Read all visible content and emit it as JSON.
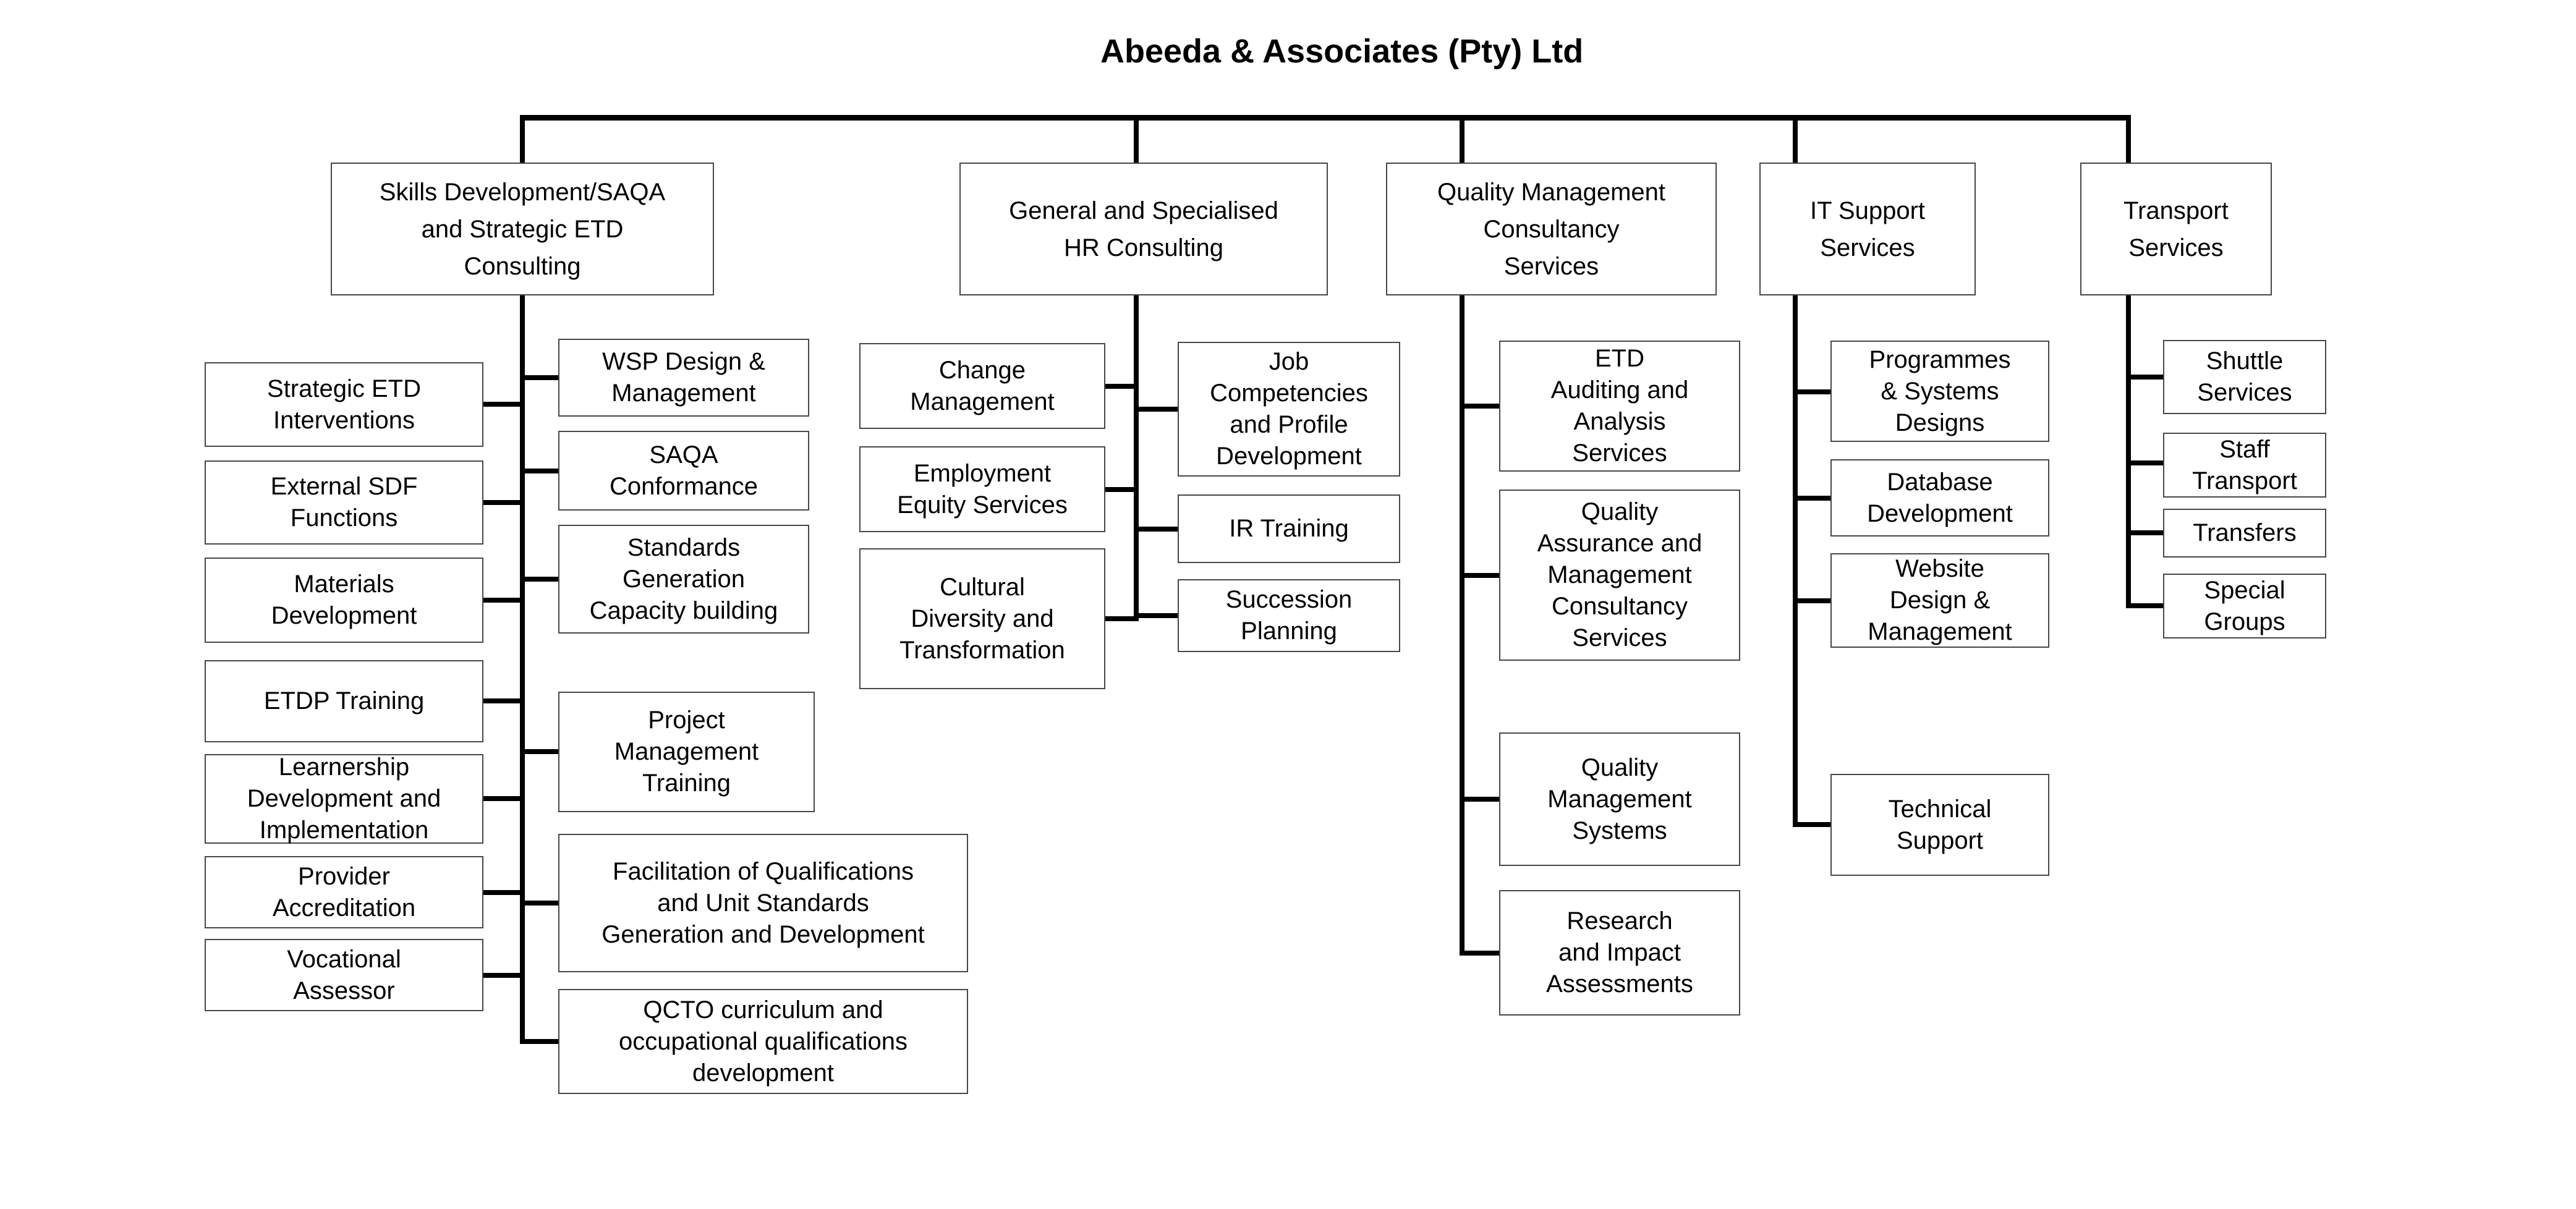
{
  "title": {
    "text": "Abeeda & Associates (Pty) Ltd"
  },
  "style": {
    "line_color": "#000000",
    "box_border_color": "#474747",
    "background": "#ffffff",
    "text_color": "#000000"
  },
  "branches": [
    {
      "id": "skills-etd-consulting",
      "label": "Skills Development/SAQA\nand Strategic ETD\nConsulting",
      "left_children": [
        {
          "label": "Strategic ETD\nInterventions"
        },
        {
          "label": "External SDF\nFunctions"
        },
        {
          "label": "Materials\nDevelopment"
        },
        {
          "label": "ETDP Training"
        },
        {
          "label": "Learnership\nDevelopment and\nImplementation"
        },
        {
          "label": "Provider\nAccreditation"
        },
        {
          "label": "Vocational\nAssessor"
        }
      ],
      "right_children": [
        {
          "label": "WSP Design &\nManagement"
        },
        {
          "label": "SAQA\nConformance"
        },
        {
          "label": "Standards\nGeneration\nCapacity building"
        },
        {
          "label": "Project\nManagement\nTraining"
        },
        {
          "label": "Facilitation of Qualifications\nand Unit Standards\nGeneration and Development"
        },
        {
          "label": "QCTO curriculum and\noccupational qualifications\ndevelopment"
        }
      ]
    },
    {
      "id": "hr-consulting",
      "label": "General and Specialised\nHR Consulting",
      "left_children": [
        {
          "label": "Change\nManagement"
        },
        {
          "label": "Employment\nEquity Services"
        },
        {
          "label": "Cultural\nDiversity and\nTransformation"
        }
      ],
      "right_children": [
        {
          "label": "Job\nCompetencies\nand Profile\nDevelopment"
        },
        {
          "label": "IR Training"
        },
        {
          "label": "Succession\nPlanning"
        }
      ]
    },
    {
      "id": "quality-management-consultancy",
      "label": "Quality Management\nConsultancy\nServices",
      "children": [
        {
          "label": "ETD\nAuditing and\nAnalysis\nServices"
        },
        {
          "label": "Quality\nAssurance and\nManagement\nConsultancy\nServices"
        },
        {
          "label": "Quality\nManagement\nSystems"
        },
        {
          "label": "Research\nand Impact\nAssessments"
        }
      ]
    },
    {
      "id": "it-support",
      "label": "IT Support\nServices",
      "children": [
        {
          "label": "Programmes\n& Systems\nDesigns"
        },
        {
          "label": "Database\nDevelopment"
        },
        {
          "label": "Website\nDesign &\nManagement"
        },
        {
          "label": "Technical\nSupport"
        }
      ]
    },
    {
      "id": "transport",
      "label": "Transport\nServices",
      "children": [
        {
          "label": "Shuttle\nServices"
        },
        {
          "label": "Staff\nTransport"
        },
        {
          "label": "Transfers"
        },
        {
          "label": "Special\nGroups"
        }
      ]
    }
  ]
}
